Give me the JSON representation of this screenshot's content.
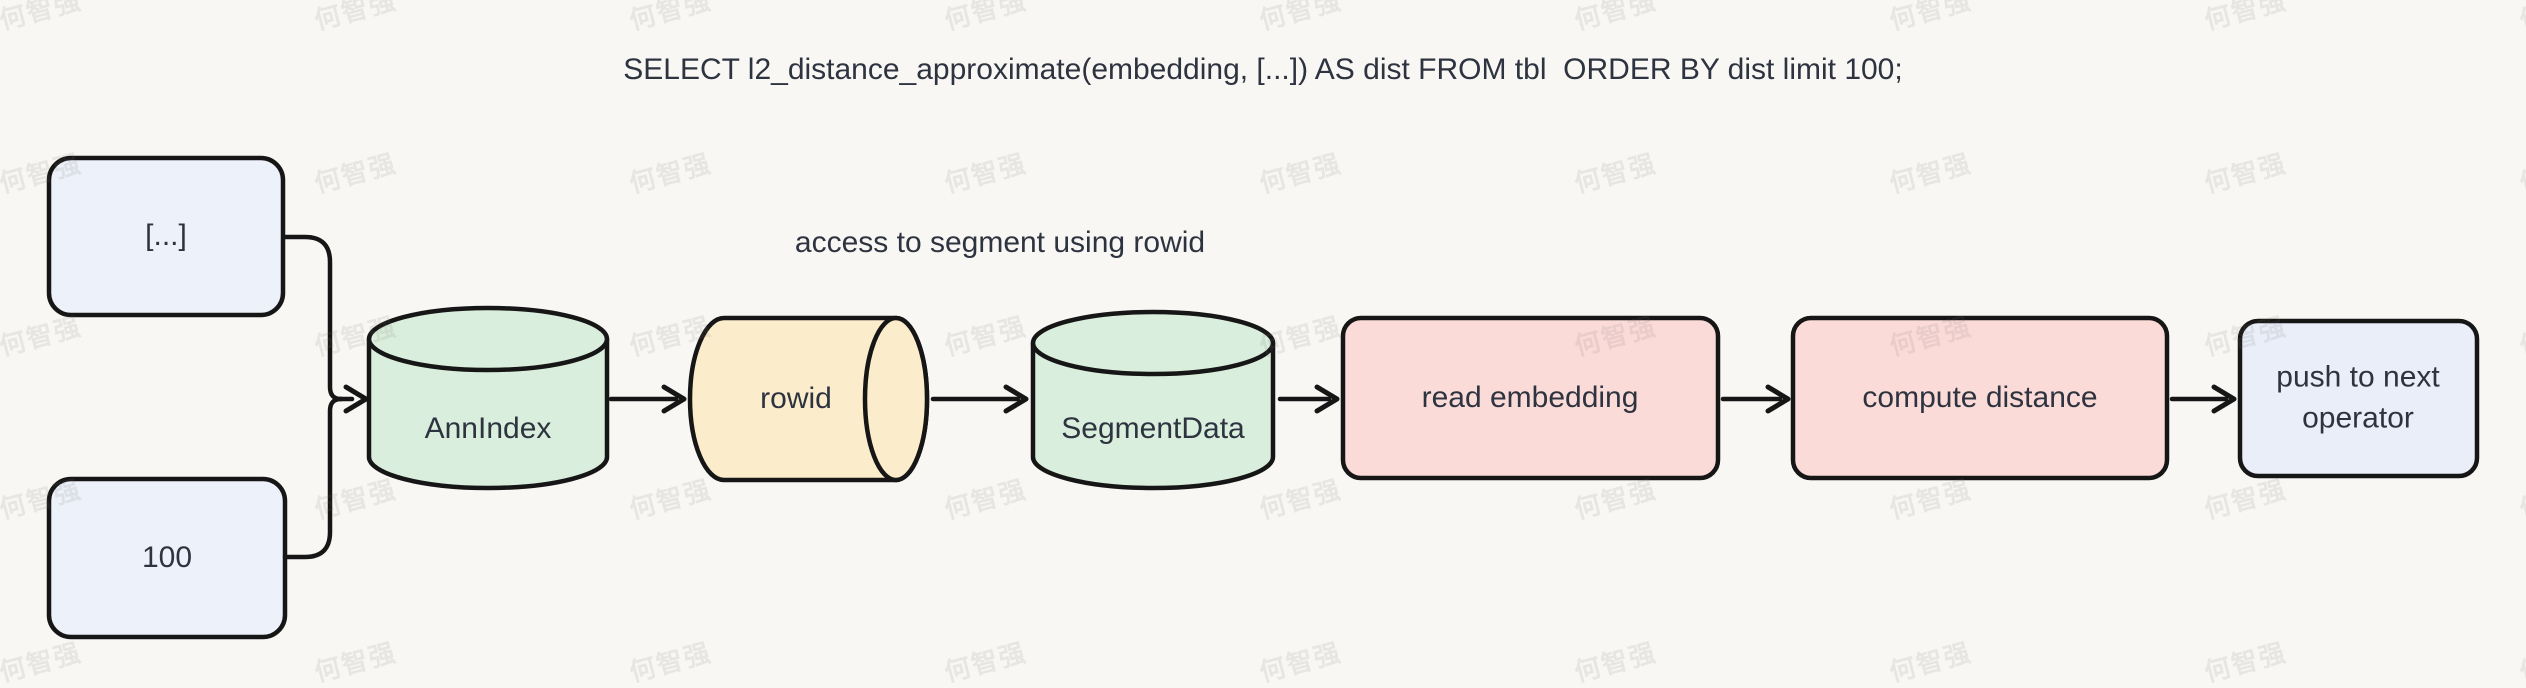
{
  "title": "SELECT l2_distance_approximate(embedding, [...]) AS dist FROM tbl  ORDER BY dist limit 100;",
  "annotation": "access to segment using rowid",
  "nodes": {
    "query_vector": {
      "label": "[...]"
    },
    "limit": {
      "label": "100"
    },
    "ann_index": {
      "label": "AnnIndex"
    },
    "rowid": {
      "label": "rowid"
    },
    "segment_data": {
      "label": "SegmentData"
    },
    "read_embedding": {
      "label": "read embedding"
    },
    "compute_distance": {
      "label": "compute distance"
    },
    "push_next": {
      "label": "push to next operator"
    }
  },
  "watermark": {
    "text": "何智强"
  },
  "colors": {
    "background": "#f8f7f4",
    "stroke": "#161616",
    "text": "#2e3340",
    "input_blue": "#edf1fa",
    "output_blue": "#e9eef9",
    "store_green": "#d9eedc",
    "rowid_yellow": "#fbeccb",
    "compute_pink": "#fbdbd8"
  }
}
